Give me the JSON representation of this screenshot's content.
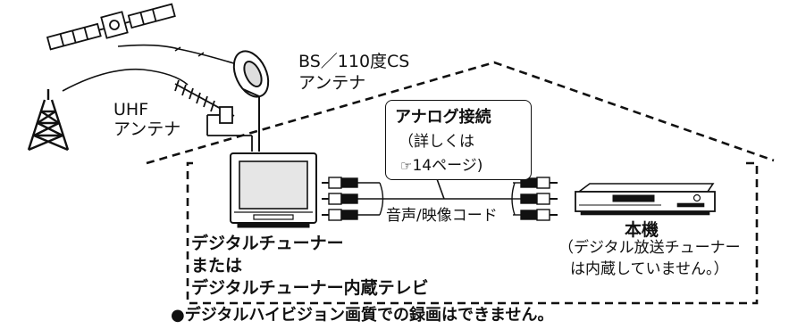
{
  "labels": {
    "bs_antenna_line1": "BS／110度CS",
    "bs_antenna_line2": "アンテナ",
    "uhf_antenna_line1": "UHF",
    "uhf_antenna_line2": "アンテナ",
    "analog_title": "アナログ接続",
    "analog_detail_line1": "（詳しくは",
    "analog_detail_page": "14ページ)",
    "cord_label": "音声/映像コード",
    "device_name": "本機",
    "device_note_line1": "（デジタル放送チューナー",
    "device_note_line2": "は内蔵していません。）",
    "tuner_line1": "デジタルチューナー",
    "tuner_line2": "または",
    "tuner_line3": "デジタルチューナー内蔵テレビ",
    "bottom_note": "●デジタルハイビジョン画質での録画はできません。"
  },
  "icons": {
    "reference_mark": "pointing-hand-icon"
  }
}
